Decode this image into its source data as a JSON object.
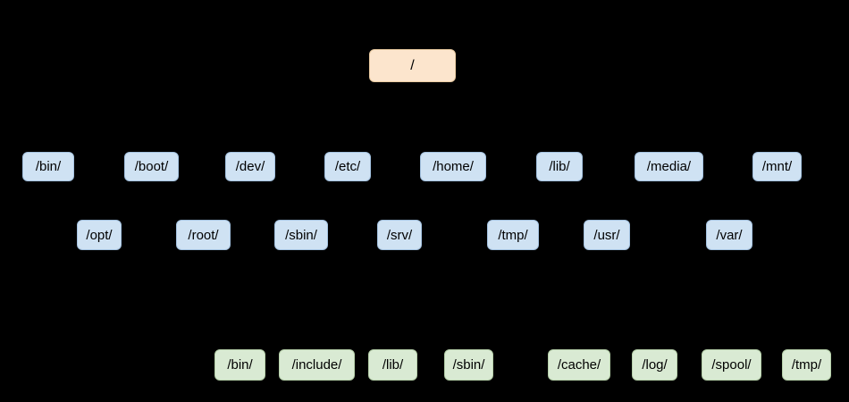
{
  "diagram": {
    "description": "Linux filesystem hierarchy tree",
    "root": {
      "label": "/"
    },
    "level1_row1": [
      "/bin/",
      "/boot/",
      "/dev/",
      "/etc/",
      "/home/",
      "/lib/",
      "/media/",
      "/mnt/"
    ],
    "level1_row2": [
      "/opt/",
      "/root/",
      "/sbin/",
      "/srv/",
      "/tmp/",
      "/usr/",
      "/var/"
    ],
    "level2_usr": [
      "/bin/",
      "/include/",
      "/lib/",
      "/sbin/"
    ],
    "level2_var": [
      "/cache/",
      "/log/",
      "/spool/",
      "/tmp/"
    ]
  },
  "colors": {
    "background": "#000000",
    "root_fill": "#FCE5CD",
    "root_border": "#EACBA2",
    "dir_fill": "#CFE2F3",
    "dir_border": "#A4C2E0",
    "subdir_fill": "#D9EAD3",
    "subdir_border": "#B6D0AA",
    "label_text": "#000000"
  }
}
